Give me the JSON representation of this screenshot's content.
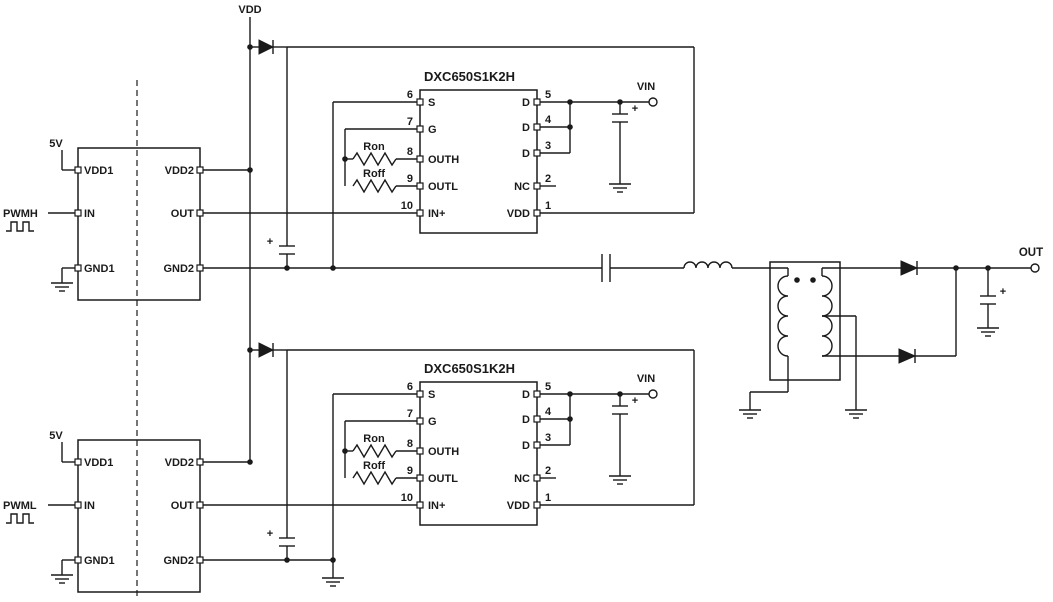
{
  "schematic": {
    "vdd_rail_label": "VDD",
    "output_label": "OUT",
    "plus": "+"
  },
  "isolator": {
    "supply_label": "5V",
    "pins_left": [
      "VDD1",
      "IN",
      "GND1"
    ],
    "pins_right": [
      "VDD2",
      "OUT",
      "GND2"
    ]
  },
  "inputs": {
    "top": "PWMH",
    "bottom": "PWML"
  },
  "driver": {
    "title": "DXC650S1K2H",
    "vin_label": "VIN",
    "ron_label": "Ron",
    "roff_label": "Roff",
    "pins_left": [
      {
        "num": "6",
        "name": "S"
      },
      {
        "num": "7",
        "name": "G"
      },
      {
        "num": "8",
        "name": "OUTH"
      },
      {
        "num": "9",
        "name": "OUTL"
      },
      {
        "num": "10",
        "name": "IN+"
      }
    ],
    "pins_right": [
      {
        "num": "5",
        "name": "D"
      },
      {
        "num": "4",
        "name": "D"
      },
      {
        "num": "3",
        "name": "D"
      },
      {
        "num": "2",
        "name": "NC"
      },
      {
        "num": "1",
        "name": "VDD"
      }
    ]
  }
}
